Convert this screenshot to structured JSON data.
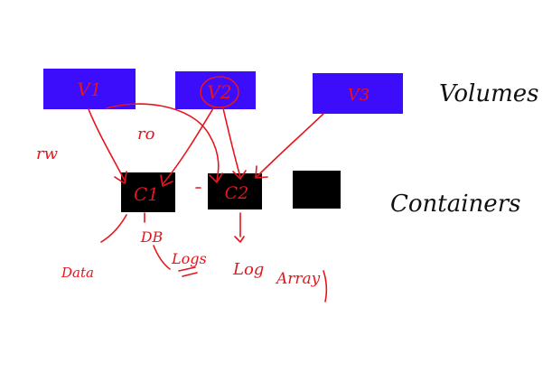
{
  "volumes": {
    "heading": "Volumes",
    "items": [
      {
        "id": "v1",
        "label": "V1",
        "color": "#3b0dfa"
      },
      {
        "id": "v2",
        "label": "V2",
        "color": "#3b0dfa"
      },
      {
        "id": "v3",
        "label": "V3",
        "color": "#3b0dfa"
      }
    ]
  },
  "containers": {
    "heading": "Containers",
    "items": [
      {
        "id": "c1",
        "label": "C1",
        "color": "#000000"
      },
      {
        "id": "c2",
        "label": "C2",
        "color": "#000000"
      },
      {
        "id": "c3",
        "label": "",
        "color": "#000000"
      }
    ]
  },
  "annotations": {
    "v1_mode": "rw",
    "v2_mode": "ro",
    "c1_path": "DB",
    "c1_data": "Data",
    "c1_logs": "Logs",
    "c2_log": "Log",
    "c2_array": "Array"
  },
  "ink_color": "#e8141c"
}
